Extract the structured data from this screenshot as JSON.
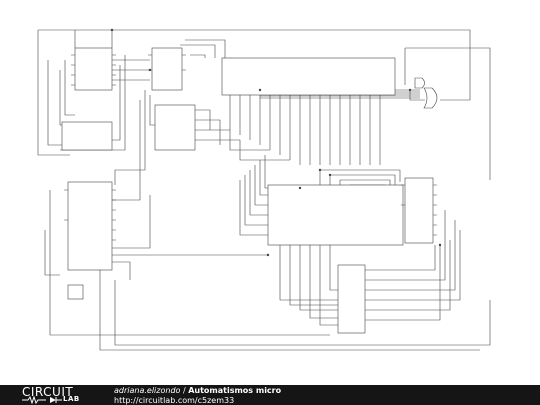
{
  "footer": {
    "logo_top": "CIRCUIT",
    "logo_bottom": "LAB",
    "author": "adriana.elizondo",
    "separator": " / ",
    "title": "Automatismos micro",
    "url": "http://circuitlab.com/c5zem33"
  },
  "colors": {
    "wire": "#444444",
    "component_fill": "#ffffff",
    "footer_bg": "#151515",
    "footer_text": "#ffffff"
  }
}
